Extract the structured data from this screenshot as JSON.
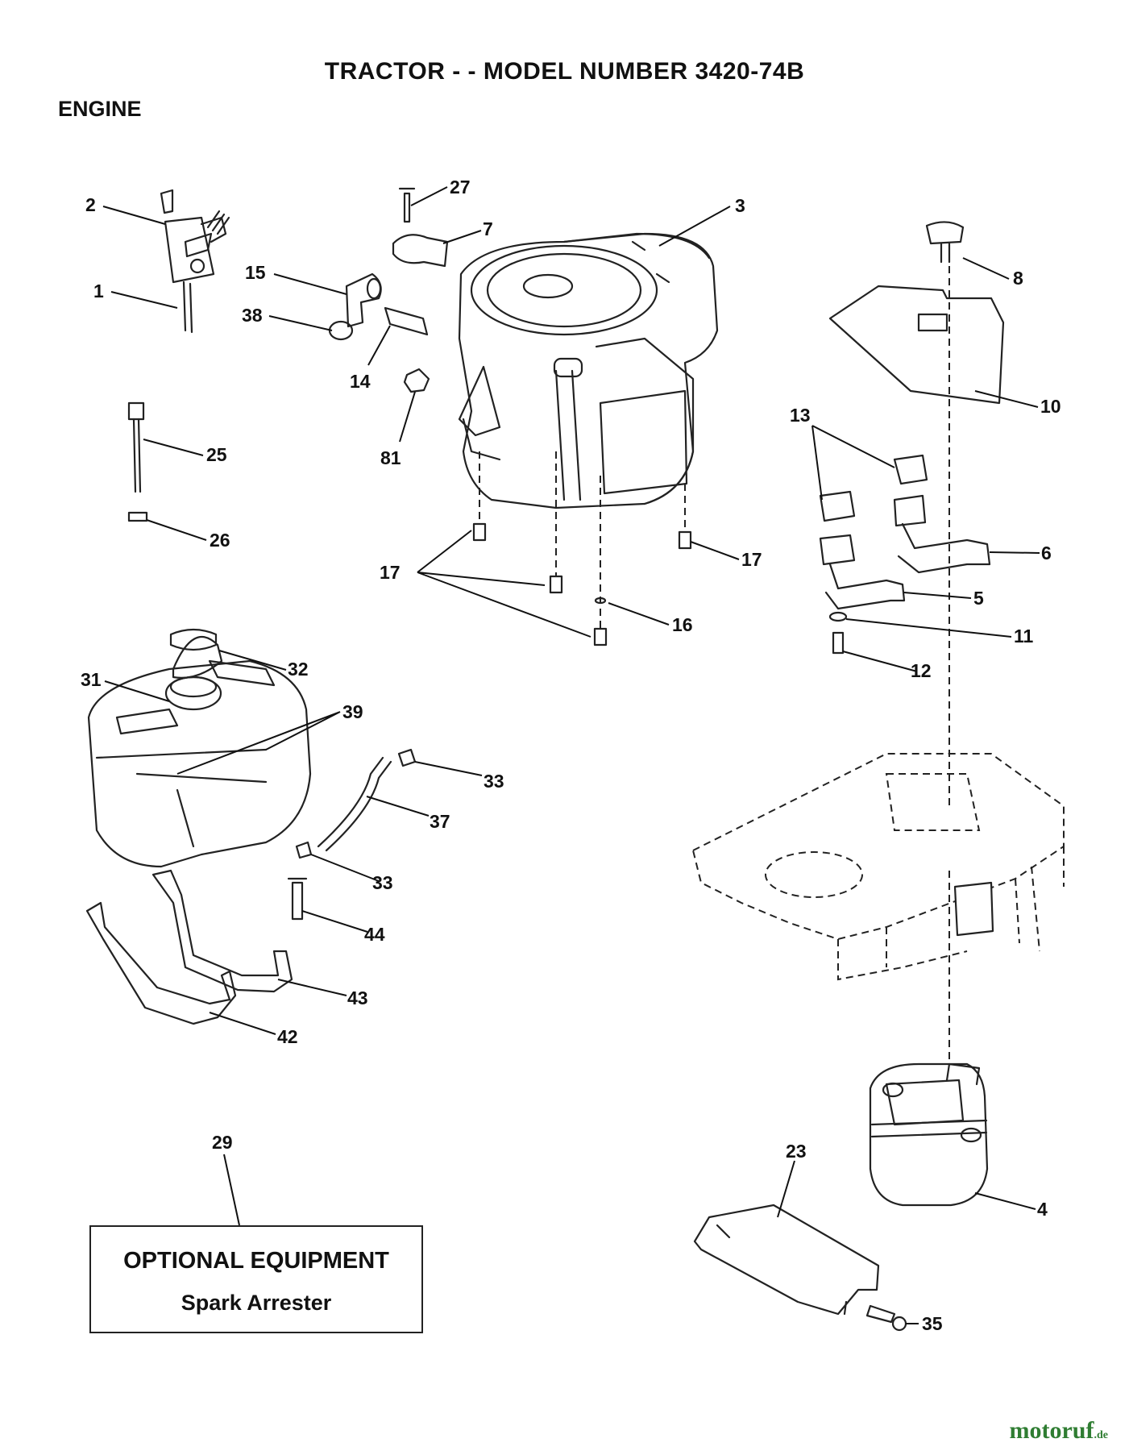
{
  "header": {
    "title": "TRACTOR - - MODEL NUMBER 3420-74B",
    "section": "ENGINE"
  },
  "callouts": [
    "2",
    "1",
    "27",
    "7",
    "3",
    "8",
    "15",
    "38",
    "14",
    "81",
    "25",
    "26",
    "13",
    "10",
    "6",
    "17",
    "17",
    "5",
    "16",
    "11",
    "12",
    "32",
    "31",
    "39",
    "33",
    "37",
    "33",
    "44",
    "43",
    "42",
    "29",
    "23",
    "4",
    "35"
  ],
  "optional_box": {
    "line1": "OPTIONAL EQUIPMENT",
    "line2": "Spark Arrester"
  },
  "watermark": {
    "brand": "motoruf",
    "suffix": ".de"
  }
}
